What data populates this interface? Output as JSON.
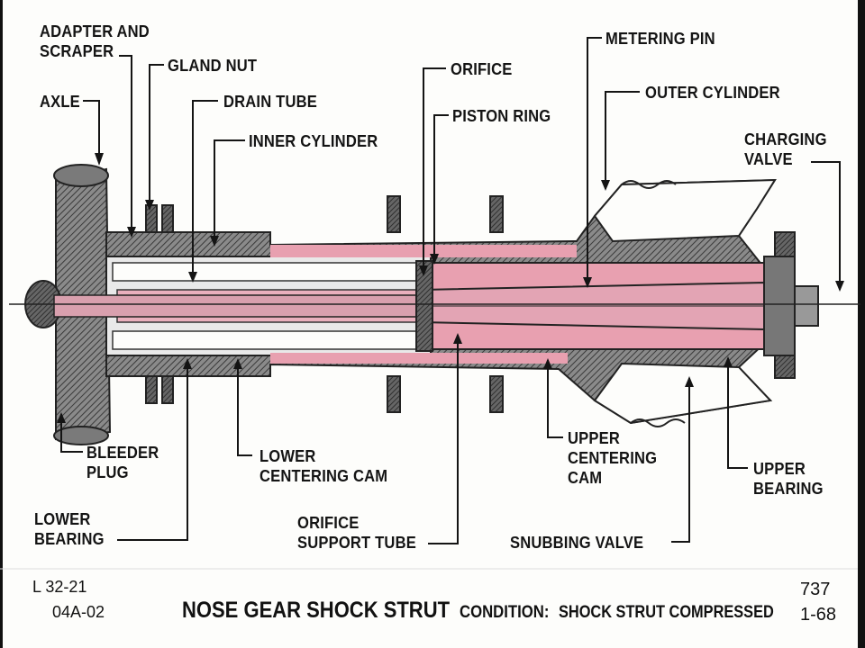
{
  "labels": {
    "adapter_scraper": [
      "ADAPTER AND",
      "SCRAPER"
    ],
    "gland_nut": "GLAND NUT",
    "axle": "AXLE",
    "drain_tube": "DRAIN TUBE",
    "inner_cylinder": "INNER CYLINDER",
    "orifice": "ORIFICE",
    "piston_ring": "PISTON RING",
    "metering_pin": "METERING PIN",
    "outer_cylinder": "OUTER CYLINDER",
    "charging_valve": [
      "CHARGING",
      "VALVE"
    ],
    "bleeder_plug": [
      "BLEEDER",
      "PLUG"
    ],
    "lower_centering_cam": [
      "LOWER",
      "CENTERING CAM"
    ],
    "lower_bearing": [
      "LOWER",
      "BEARING"
    ],
    "orifice_support_tube": [
      "ORIFICE",
      "SUPPORT TUBE"
    ],
    "upper_centering_cam": [
      "UPPER",
      "CENTERING",
      "CAM"
    ],
    "upper_bearing": [
      "UPPER",
      "BEARING"
    ],
    "snubbing_valve": "SNUBBING VALVE"
  },
  "footer": {
    "code1": "L 32-21",
    "code2": "04A-02",
    "title": "NOSE GEAR SHOCK STRUT",
    "condition_label": "CONDITION:",
    "condition_value": "SHOCK STRUT COMPRESSED",
    "model": "737",
    "date": "1-68"
  },
  "colors": {
    "fluid": "#e8a0b0",
    "metal": "#6a6a6a",
    "ink": "#141414"
  }
}
